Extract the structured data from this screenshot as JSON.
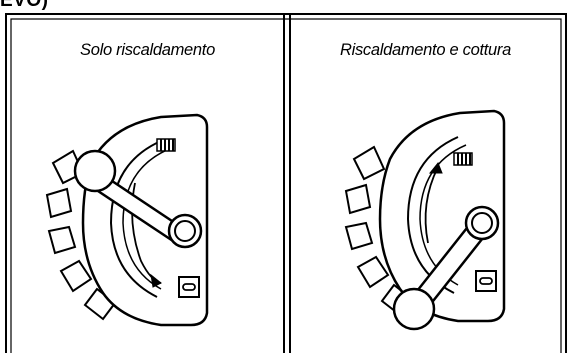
{
  "heading": "EVO)",
  "panels": [
    {
      "title": "Solo riscaldamento",
      "icons": [
        "radiator-icon",
        "tap-icon"
      ],
      "lever_position": "radiator"
    },
    {
      "title": "Riscaldamento e cottura",
      "icons": [
        "radiator-icon",
        "tap-icon"
      ],
      "lever_position": "tap"
    }
  ],
  "colors": {
    "line": "#000000",
    "background": "#ffffff"
  }
}
